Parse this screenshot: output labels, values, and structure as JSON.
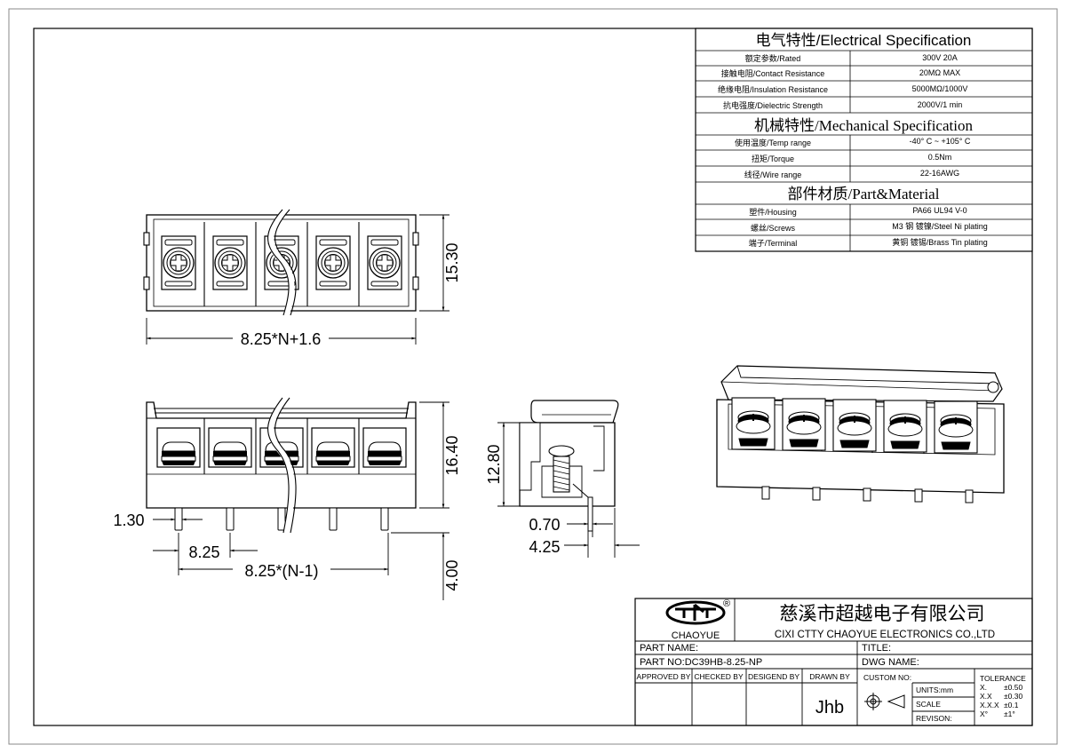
{
  "spec": {
    "electrical_title": "电气特性/Electrical Specification",
    "electrical": [
      {
        "label": "额定参数/Rated",
        "value": "300V  20A"
      },
      {
        "label": "接触电阻/Contact Resistance",
        "value": "20MΩ MAX"
      },
      {
        "label": "绝缘电阻/Insulation Resistance",
        "value": "5000MΩ/1000V"
      },
      {
        "label": "抗电强度/Dielectric Strength",
        "value": "2000V/1 min"
      }
    ],
    "mechanical_title": "机械特性/Mechanical Specification",
    "mechanical": [
      {
        "label": "使用温度/Temp range",
        "value": "-40° C ~ +105° C"
      },
      {
        "label": "扭矩/Torque",
        "value": "0.5Nm"
      },
      {
        "label": "线径/Wire range",
        "value": "22-16AWG"
      }
    ],
    "material_title": "部件材质/Part&Material",
    "material": [
      {
        "label": "塑件/Housing",
        "value": "PA66 UL94 V-0"
      },
      {
        "label": "螺丝/Screws",
        "value": "M3 钢 镀镍/Steel Ni plating"
      },
      {
        "label": "端子/Terminal",
        "value": "黄铜 镀锡/Brass Tin  plating"
      }
    ]
  },
  "dimensions": {
    "top_width": "8.25*N+1.6",
    "top_height": "15.30",
    "front_height": "16.40",
    "pin_length": "4.00",
    "pin_width": "1.30",
    "pitch": "8.25",
    "pin_span": "8.25*(N-1)",
    "side_height": "12.80",
    "side_pin": "0.70",
    "side_offset": "4.25"
  },
  "title_block": {
    "logo_text": "CHAOYUE",
    "logo_mark": "®",
    "company_cn": "慈溪市超越电子有限公司",
    "company_en": "CIXI CTTY CHAOYUE ELECTRONICS CO.,LTD",
    "part_name_label": "PART NAME:",
    "title_label": "TITLE:",
    "part_no": "PART NO:DC39HB-8.25-NP",
    "dwg_name_label": "DWG NAME:",
    "approved_by": "APPROVED BY",
    "checked_by": "CHECKED BY",
    "designed_by": "DESIGEND BY",
    "drawn_by": "DRAWN BY",
    "drawn_by_name": "Jhb",
    "custom_no": "CUSTOM NO:",
    "units": "UNITS:mm",
    "scale": "SCALE",
    "revision": "REVISON:",
    "tolerance_title": "TOLERANCE",
    "tolerances": [
      {
        "k": "X.",
        "v": "±0.50"
      },
      {
        "k": "X.X",
        "v": "±0.30"
      },
      {
        "k": "X.X.X",
        "v": "±0.1"
      },
      {
        "k": "X°",
        "v": "±1°"
      }
    ]
  }
}
